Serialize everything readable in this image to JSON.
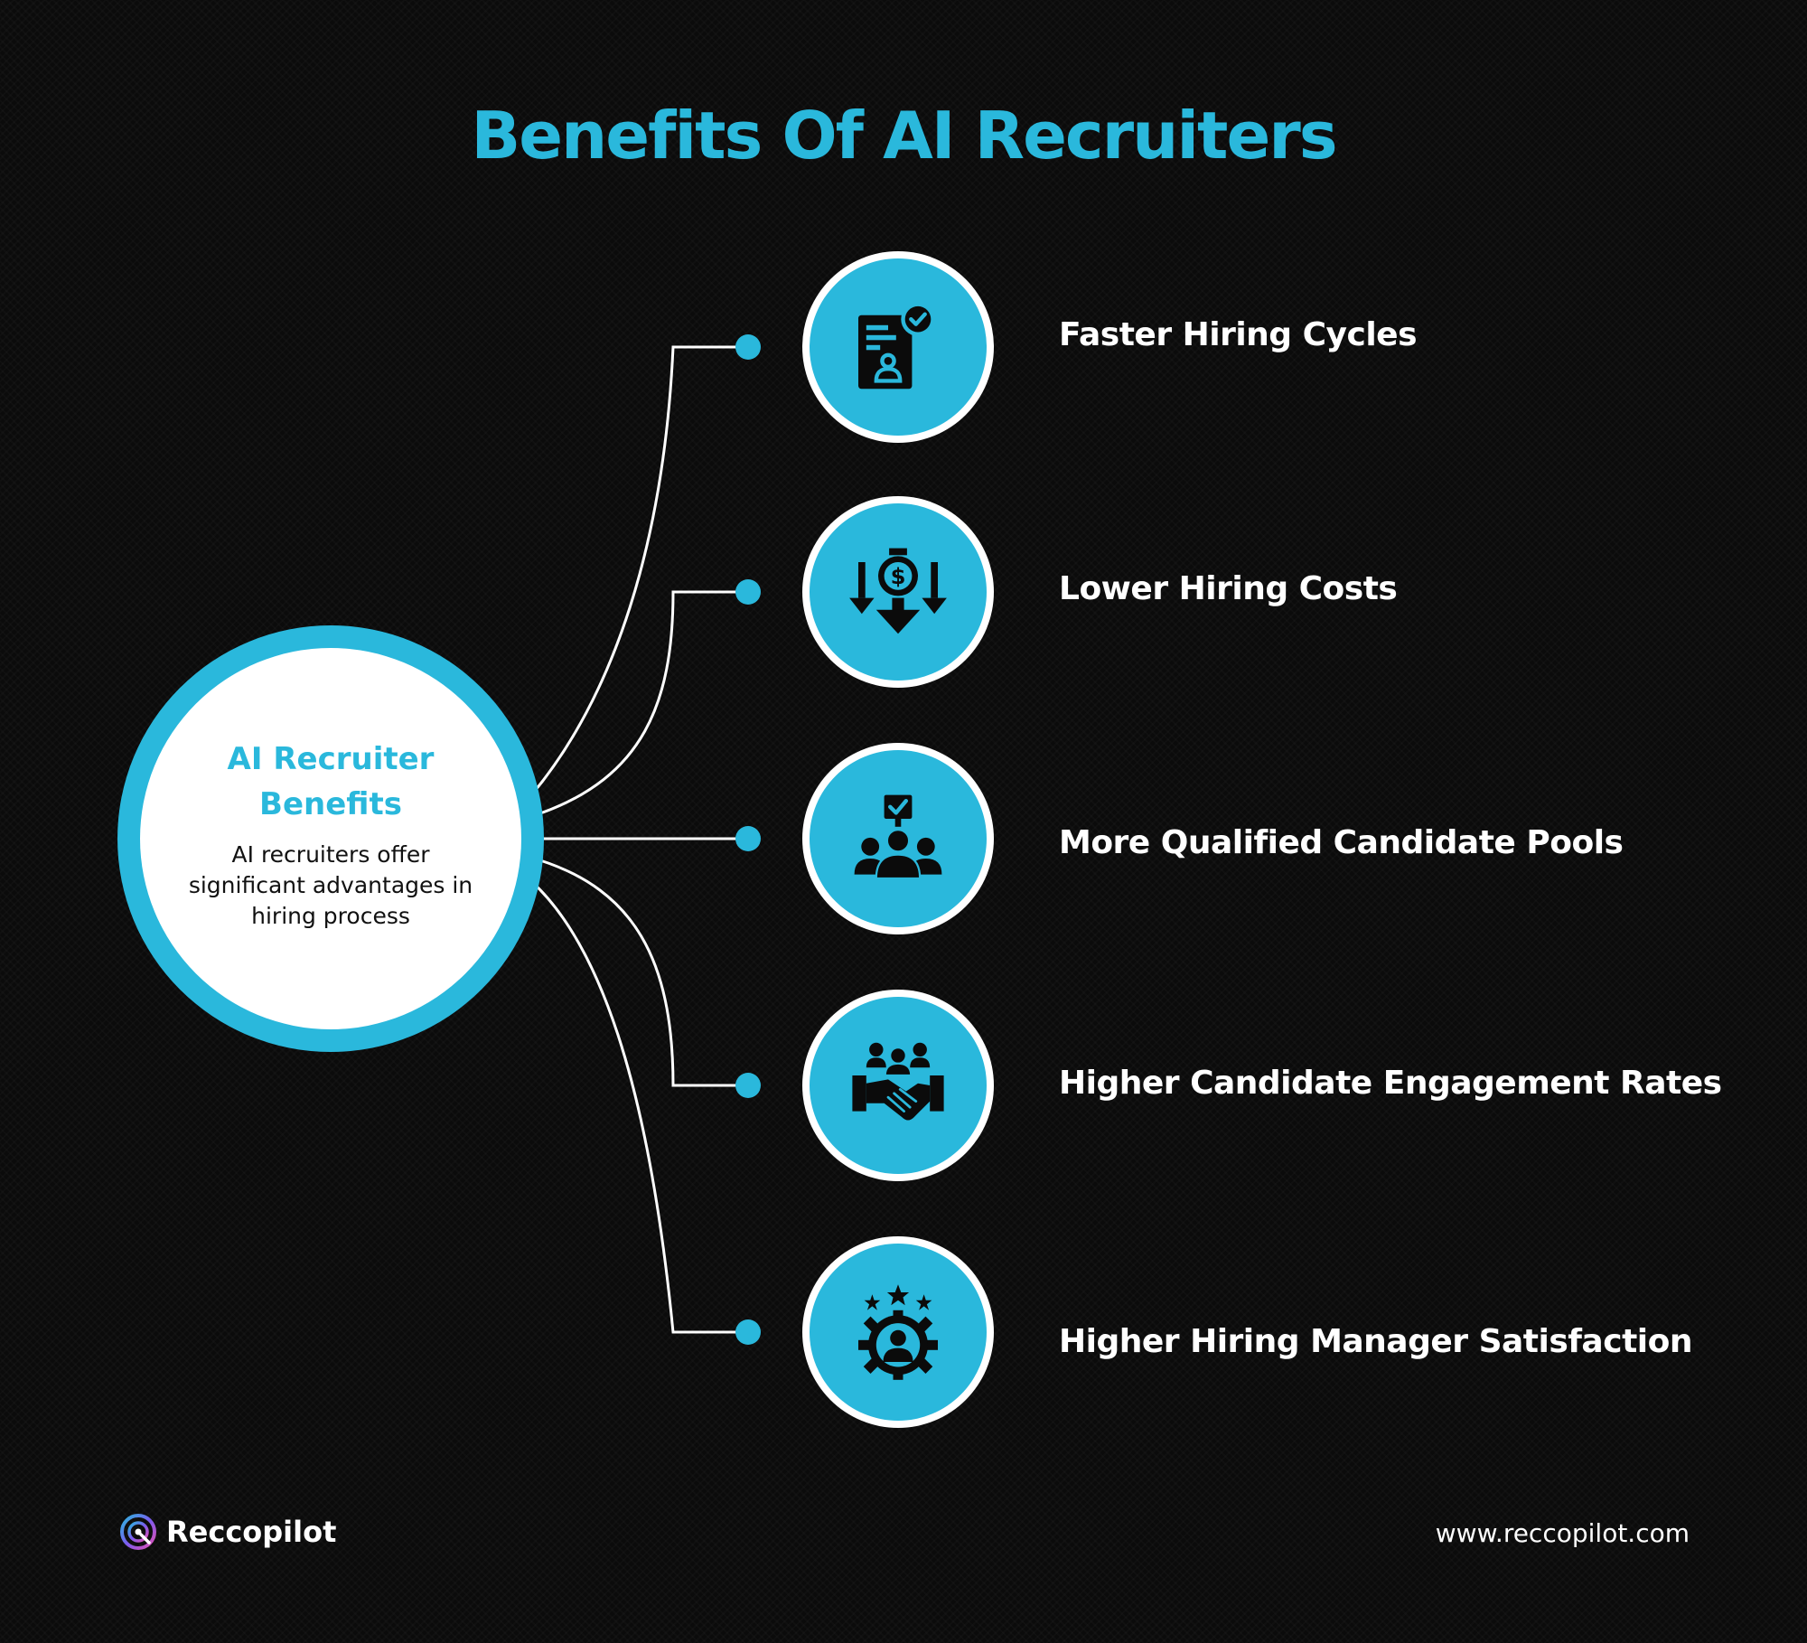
{
  "title": "Benefits Of AI Recruiters",
  "hub": {
    "title": "AI Recruiter Benefits",
    "description": "AI recruiters offer significant advantages in hiring process"
  },
  "benefits": [
    {
      "label": "Faster Hiring Cycles",
      "icon": "document-check-icon"
    },
    {
      "label": "Lower Hiring Costs",
      "icon": "cost-down-icon"
    },
    {
      "label": "More Qualified Candidate Pools",
      "icon": "candidate-pool-icon"
    },
    {
      "label": "Higher Candidate Engagement Rates",
      "icon": "handshake-team-icon"
    },
    {
      "label": "Higher Hiring Manager Satisfaction",
      "icon": "gear-user-stars-icon"
    }
  ],
  "footer": {
    "brand": "Reccopilot",
    "website": "www.reccopilot.com"
  },
  "colors": {
    "accent": "#2ab8dc",
    "background": "#0b0b0b",
    "text": "#ffffff"
  }
}
